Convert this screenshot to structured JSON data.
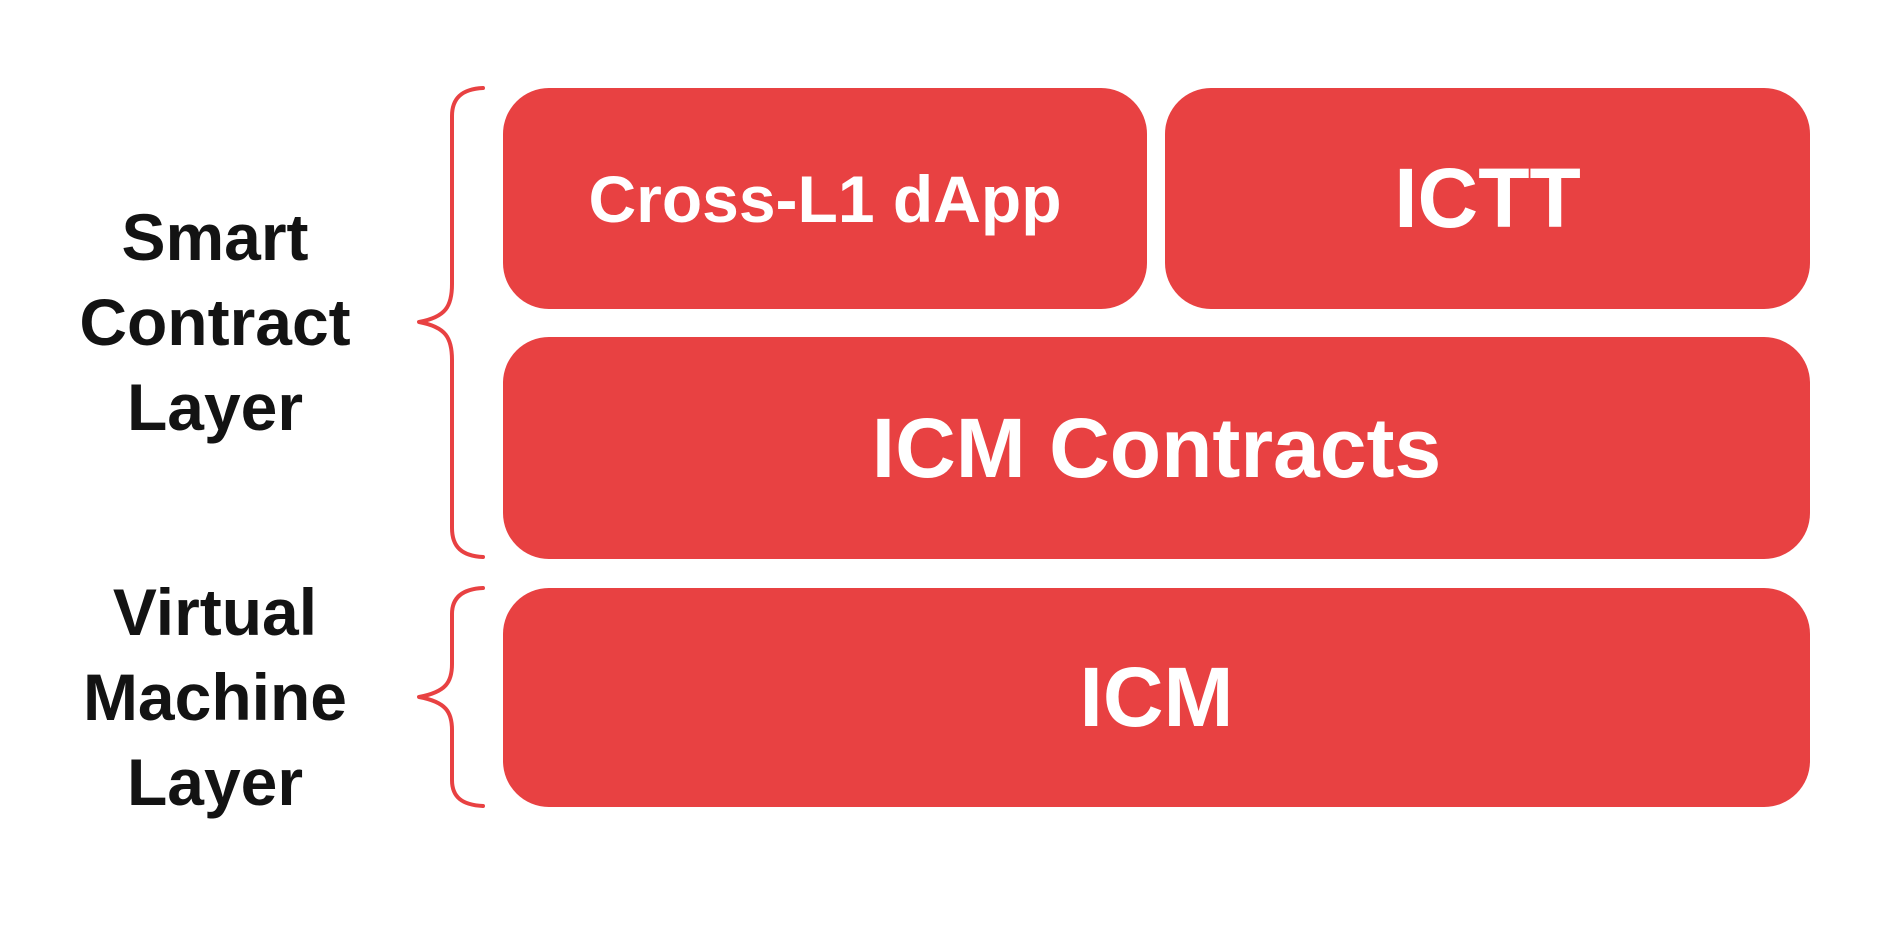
{
  "labels": {
    "smart_contract": {
      "lines": [
        "Smart",
        "Contract",
        "Layer"
      ]
    },
    "virtual_machine": {
      "lines": [
        "Virtual",
        "Machine",
        "Layer"
      ]
    }
  },
  "boxes": {
    "cross_l1_dapp": "Cross-L1 dApp",
    "ictt": "ICTT",
    "icm_contracts": "ICM Contracts",
    "icm": "ICM"
  },
  "colors": {
    "box-red": "#E84142",
    "brace-red": "#E84142",
    "box-text": "#FFFFFF",
    "label-text": "#131313",
    "background": "#FFFFFF"
  }
}
